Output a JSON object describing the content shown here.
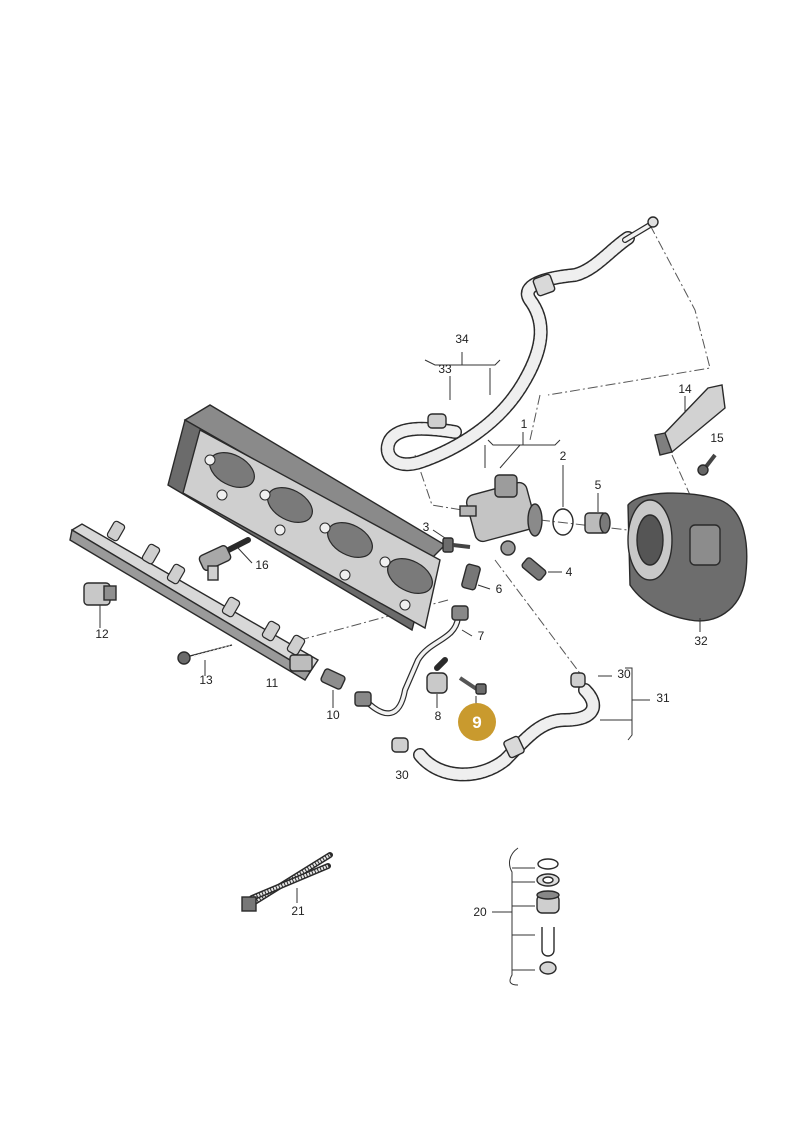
{
  "diagram": {
    "callouts": {
      "c1": "1",
      "c2": "2",
      "c3": "3",
      "c4": "4",
      "c5": "5",
      "c6": "6",
      "c7": "7",
      "c8": "8",
      "c9": "9",
      "c10": "10",
      "c11": "11",
      "c12": "12",
      "c13": "13",
      "c14": "14",
      "c15": "15",
      "c16": "16",
      "c20": "20",
      "c21": "21",
      "c30a": "30",
      "c30b": "30",
      "c31": "31",
      "c32": "32",
      "c33": "33",
      "c34": "34"
    },
    "highlight": {
      "callout": "9",
      "color": "#c99a2e"
    },
    "colors": {
      "part_fill": "#e3e3e3",
      "part_dark": "#5c5c5c",
      "line": "#2a2a2a"
    }
  }
}
